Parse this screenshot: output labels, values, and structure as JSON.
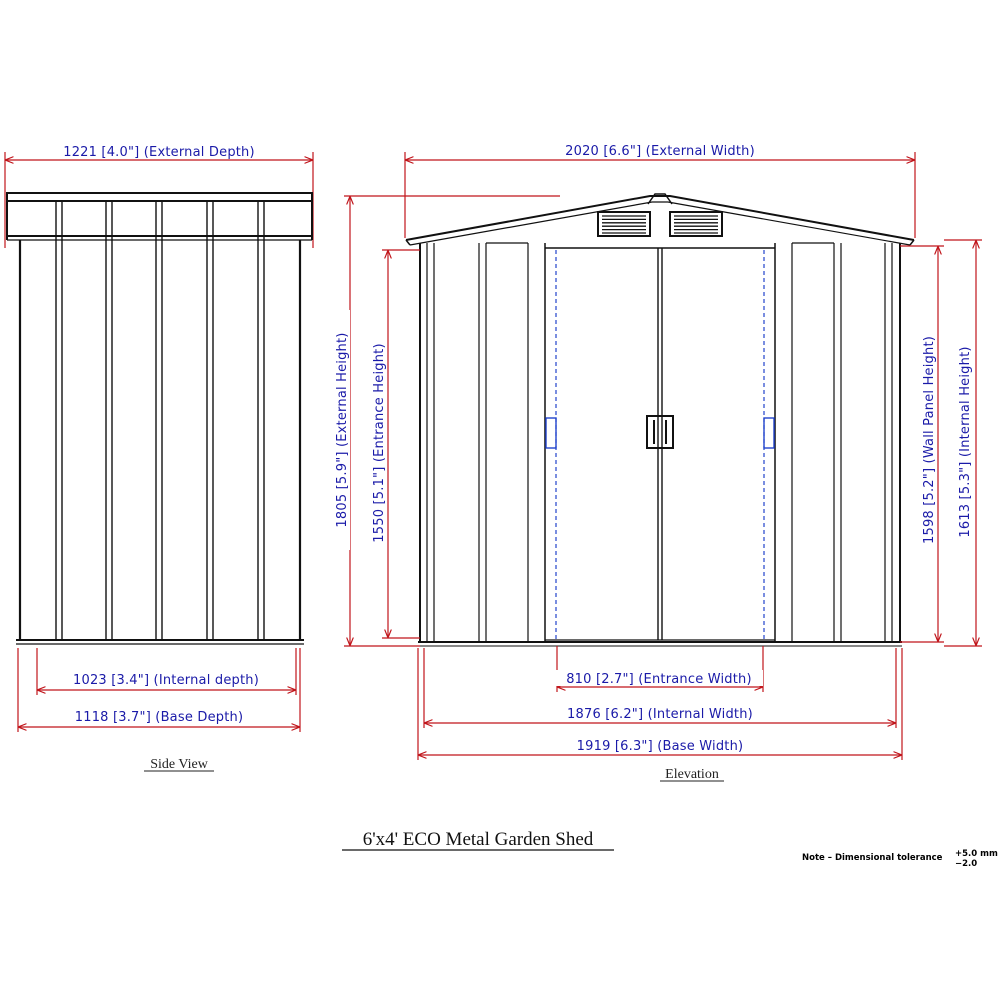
{
  "side_view": {
    "caption": "Side View",
    "dim_external_depth": "1221 [4.0\"] (External Depth)",
    "dim_internal_depth": "1023 [3.4\"] (Internal depth)",
    "dim_base_depth": "1118 [3.7\"] (Base Depth)"
  },
  "elevation": {
    "caption": "Elevation",
    "dim_external_width": "2020 [6.6\"] (External Width)",
    "dim_external_height": "1805 [5.9\"] (External Height)",
    "dim_entrance_height": "1550 [5.1\"] (Entrance Height)",
    "dim_wall_panel_height": "1598 [5.2\"] (Wall Panel Height)",
    "dim_internal_height": "1613 [5.3\"] (Internal Height)",
    "dim_entrance_width": "810 [2.7\"] (Entrance Width)",
    "dim_internal_width": "1876 [6.2\"] (Internal Width)",
    "dim_base_width": "1919 [6.3\"] (Base Width)"
  },
  "title": "6'x4' ECO Metal Garden Shed",
  "note": {
    "text": "Note  –  Dimensional tolerance",
    "plus": "+5.0 mm",
    "minus": "−2.0"
  },
  "colors": {
    "dimension_line": "#c0151b",
    "dimension_text": "#1a1aa8",
    "outline": "#111111",
    "door_hidden_line": "#2244cc"
  }
}
